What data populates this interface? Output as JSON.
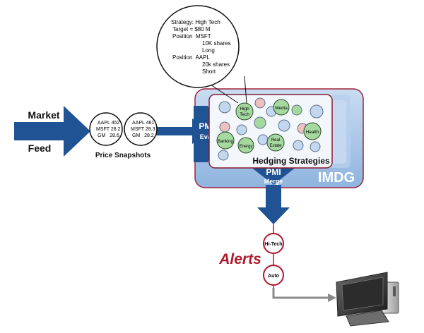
{
  "feed": {
    "line1": "Market",
    "line2": "Feed"
  },
  "snapshots": {
    "caption": "Price Snapshots",
    "items": [
      {
        "rows": [
          "AAPL 452",
          "MSFT 28.2",
          "GM   28.6"
        ]
      },
      {
        "rows": [
          "AAPL 461",
          "MSFT 28.3",
          "GM   28.2"
        ]
      }
    ]
  },
  "eval": {
    "line1": "PMI",
    "line2": "Eval"
  },
  "merge": {
    "line1": "PMI",
    "line2": "Merge"
  },
  "grid": {
    "title": "IMDG",
    "panel_title": "Hedging Strategies"
  },
  "strategies": [
    {
      "lines": [
        "High",
        "Tech"
      ]
    },
    {
      "lines": [
        "Media"
      ]
    },
    {
      "lines": [
        "Health"
      ]
    },
    {
      "lines": [
        "Banking"
      ]
    },
    {
      "lines": [
        "Energy"
      ]
    },
    {
      "lines": [
        "Real",
        "Estate"
      ]
    }
  ],
  "callout": {
    "lines": [
      "Strategy: High Tech",
      "Target = $80 M",
      "Position  MSFT",
      "10K shares",
      "Long",
      "Position  AAPL",
      "20k shares",
      "Short"
    ]
  },
  "alerts": {
    "title": "Alerts",
    "items": [
      {
        "label": "Hi-Tech"
      },
      {
        "label": "Auto"
      }
    ]
  },
  "colors": {
    "arrow": "#1f5393",
    "imdg_outer": "#a3c4e6",
    "imdg_border": "#a3223a",
    "panel_border": "#8b1a2e",
    "alert_red": "#b0182d",
    "green": "#a6d9a0",
    "pink": "#efc0c0",
    "lightblue": "#c3d7ef"
  }
}
